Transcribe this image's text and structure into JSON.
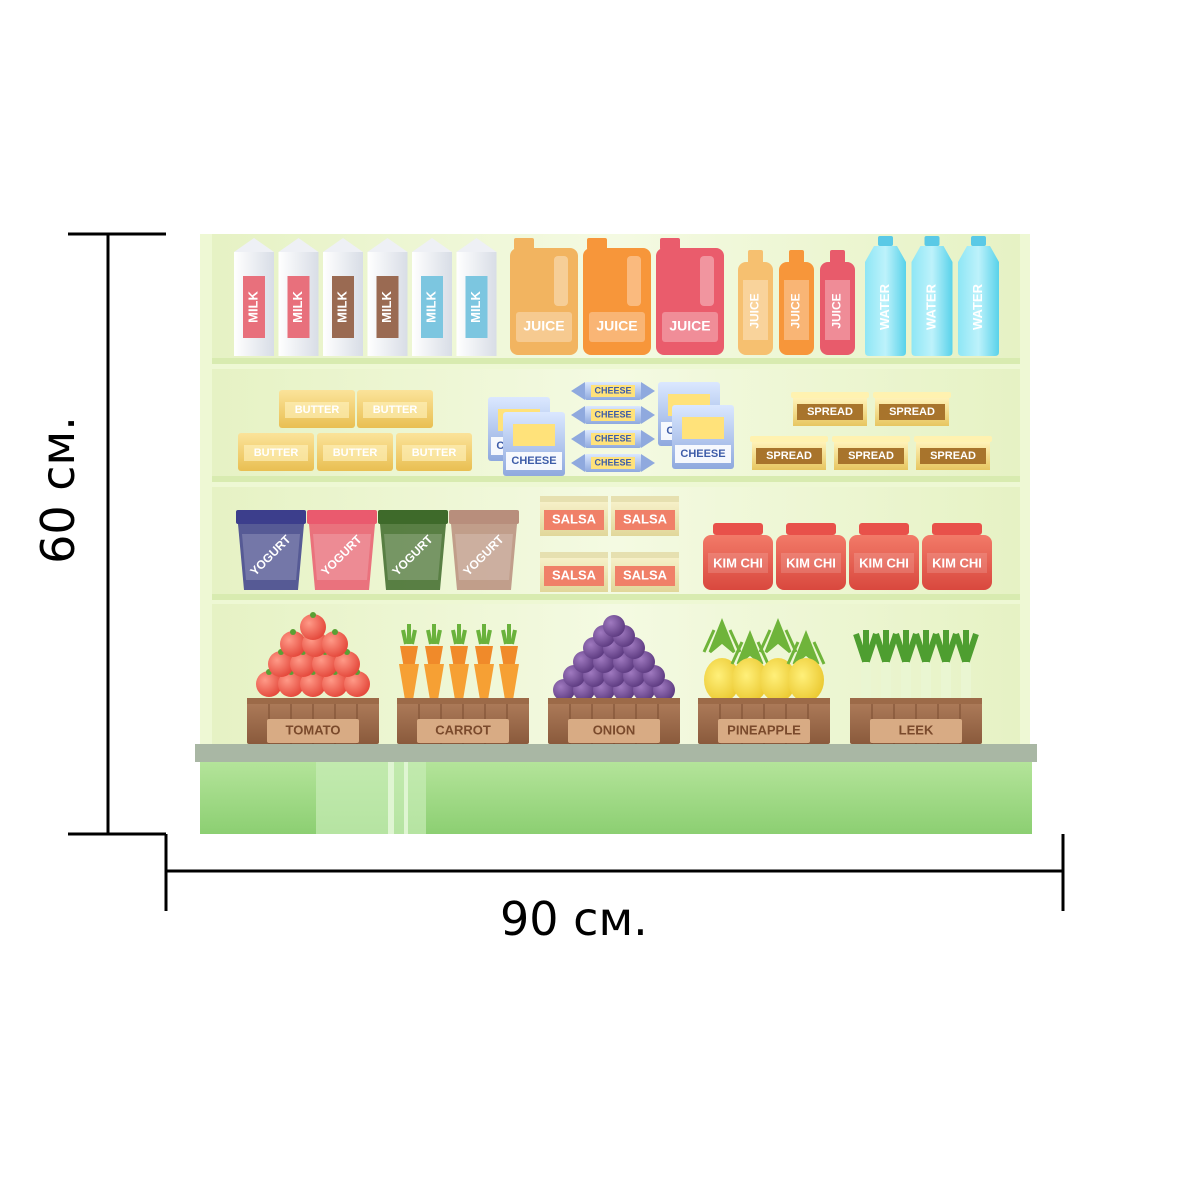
{
  "dimensions": {
    "width_label": "90 см.",
    "height_label": "60 см."
  },
  "shelf": {
    "milk": {
      "label": "MILK",
      "colors": [
        "#e8707c",
        "#e8707c",
        "#9a6a52",
        "#9a6a52",
        "#7cc6e0",
        "#7cc6e0"
      ]
    },
    "juice_jugs": {
      "label": "JUICE",
      "colors": [
        "#f2b460",
        "#f7963a",
        "#ea5c6c"
      ]
    },
    "juice_bottles": {
      "label": "JUICE",
      "colors": [
        "#f6c070",
        "#f7963a",
        "#e85b6b"
      ]
    },
    "water": {
      "label": "WATER",
      "count": 3
    },
    "butter": {
      "label": "BUTTER"
    },
    "cheese": {
      "label": "CHEESE"
    },
    "spread": {
      "label": "SPREAD"
    },
    "yogurt": {
      "label": "YOGURT",
      "colors": [
        "#3c3e8c",
        "#ea5a6e",
        "#3e6a2a",
        "#b88e7c"
      ]
    },
    "salsa": {
      "label": "SALSA"
    },
    "kimchi": {
      "label": "KIM CHI",
      "count": 4
    },
    "crates": [
      "TOMATO",
      "CARROT",
      "ONION",
      "PINEAPPLE",
      "LEEK"
    ]
  }
}
